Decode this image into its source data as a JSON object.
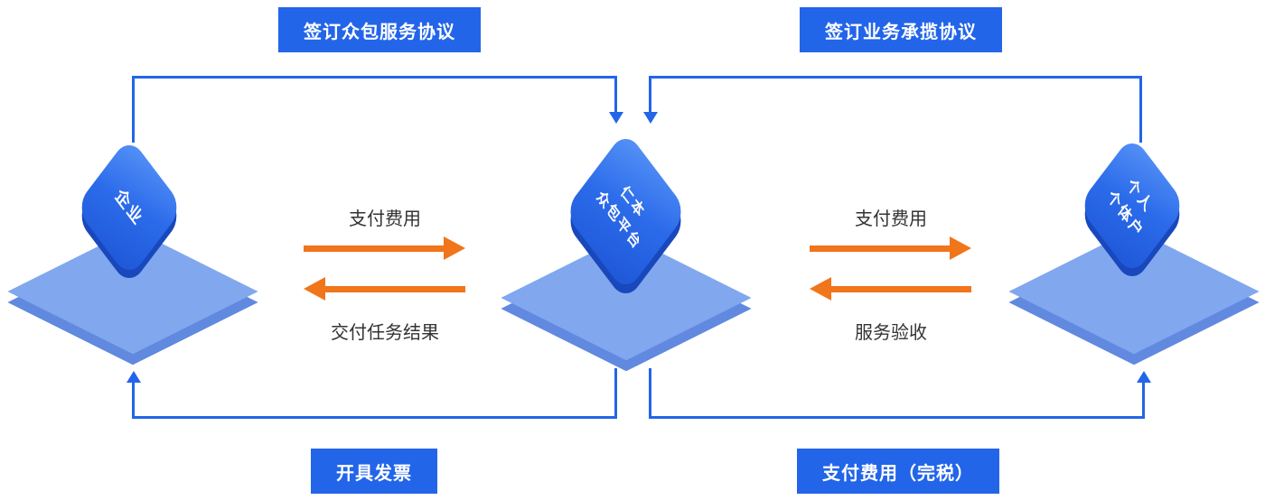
{
  "badges": {
    "top_left": "签订众包服务协议",
    "top_right": "签订业务承揽协议",
    "bottom_left": "开具发票",
    "bottom_right": "支付费用（完税）"
  },
  "nodes": {
    "enterprise": {
      "lines": [
        "企业"
      ]
    },
    "platform": {
      "lines": [
        "仁本",
        "众包平台"
      ]
    },
    "individual": {
      "lines": [
        "个人",
        "个体户"
      ]
    }
  },
  "flows": {
    "enterprise_to_platform": {
      "label": "支付费用",
      "direction": "right"
    },
    "platform_to_enterprise": {
      "label": "交付任务结果",
      "direction": "left"
    },
    "platform_to_individual": {
      "label": "支付费用",
      "direction": "right"
    },
    "individual_to_platform": {
      "label": "服务验收",
      "direction": "left"
    }
  },
  "colors": {
    "badge_blue": "#2365E9",
    "line_blue": "#2365E9",
    "arrow_orange": "#F0751B",
    "platform_top": "#81A7EE",
    "platform_side": "#6089DF",
    "cube_gradient_start": "#5793F7",
    "cube_gradient_end": "#1E57D8",
    "cube_side": "#1848BC",
    "label_text": "#333333"
  }
}
